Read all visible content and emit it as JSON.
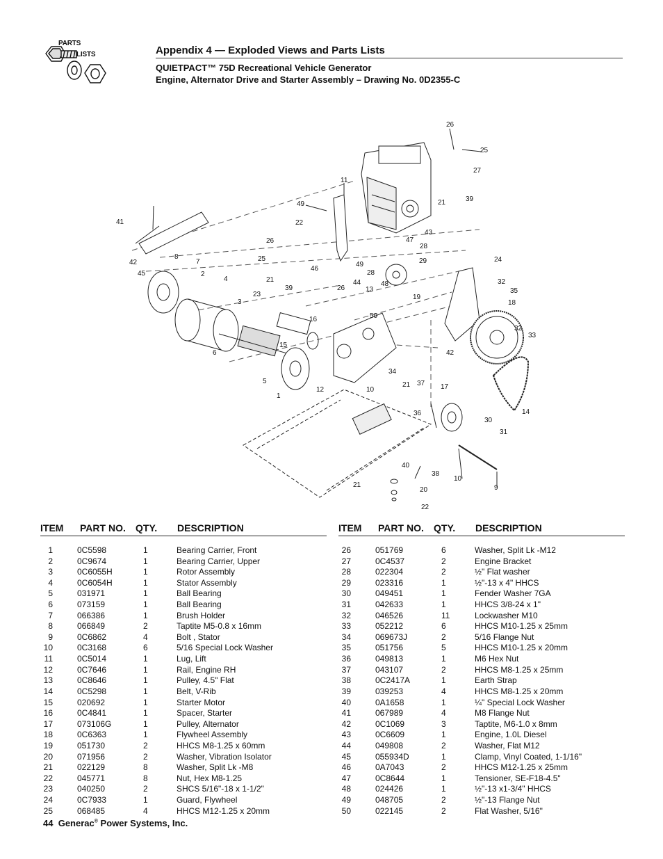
{
  "logo": {
    "text1": "PARTS",
    "text2": "LISTS"
  },
  "header": {
    "appendix": "Appendix 4 — Exploded Views and Parts Lists",
    "subtitle1": "QUIETPACT™ 75D Recreational Vehicle Generator",
    "subtitle2": "Engine, Alternator Drive and Starter Assembly – Drawing No. 0D2355-C"
  },
  "diagram": {
    "callouts": [
      "26",
      "25",
      "27",
      "39",
      "21",
      "11",
      "49",
      "43",
      "22",
      "47",
      "28",
      "29",
      "41",
      "42",
      "8",
      "7",
      "45",
      "2",
      "26",
      "25",
      "21",
      "39",
      "46",
      "26",
      "44",
      "13",
      "48",
      "49",
      "28",
      "24",
      "32",
      "35",
      "18",
      "4",
      "23",
      "3",
      "19",
      "16",
      "50",
      "32",
      "33",
      "42",
      "15",
      "6",
      "5",
      "1",
      "12",
      "10",
      "34",
      "21",
      "37",
      "17",
      "14",
      "36",
      "30",
      "31",
      "40",
      "38",
      "10",
      "9",
      "21",
      "20",
      "22"
    ]
  },
  "table": {
    "headers": {
      "item": "ITEM",
      "part": "PART NO.",
      "qty": "QTY.",
      "desc": "DESCRIPTION"
    },
    "left": [
      [
        "1",
        "0C5598",
        "1",
        "Bearing Carrier, Front"
      ],
      [
        "2",
        "0C9674",
        "1",
        "Bearing Carrier, Upper"
      ],
      [
        "3",
        "0C6055H",
        "1",
        "Rotor Assembly"
      ],
      [
        "4",
        "0C6054H",
        "1",
        "Stator Assembly"
      ],
      [
        "5",
        "031971",
        "1",
        "Ball Bearing"
      ],
      [
        "6",
        "073159",
        "1",
        "Ball Bearing"
      ],
      [
        "7",
        "066386",
        "1",
        "Brush Holder"
      ],
      [
        "8",
        "066849",
        "2",
        "Taptite M5-0.8 x 16mm"
      ],
      [
        "9",
        "0C6862",
        "4",
        "Bolt , Stator"
      ],
      [
        "10",
        "0C3168",
        "6",
        "5/16 Special Lock Washer"
      ],
      [
        "11",
        "0C5014",
        "1",
        "Lug, Lift"
      ],
      [
        "12",
        "0C7646",
        "1",
        "Rail, Engine RH"
      ],
      [
        "13",
        "0C8646",
        "1",
        "Pulley, 4.5\" Flat"
      ],
      [
        "14",
        "0C5298",
        "1",
        "Belt, V-Rib"
      ],
      [
        "15",
        "020692",
        "1",
        "Starter Motor"
      ],
      [
        "16",
        "0C4841",
        "1",
        "Spacer, Starter"
      ],
      [
        "17",
        "073106G",
        "1",
        "Pulley, Alternator"
      ],
      [
        "18",
        "0C6363",
        "1",
        "Flywheel Assembly"
      ],
      [
        "19",
        "051730",
        "2",
        "HHCS M8-1.25 x 60mm"
      ],
      [
        "20",
        "071956",
        "2",
        "Washer, Vibration Isolator"
      ],
      [
        "21",
        "022129",
        "8",
        "Washer, Split Lk -M8"
      ],
      [
        "22",
        "045771",
        "8",
        "Nut, Hex M8-1.25"
      ],
      [
        "23",
        "040250",
        "2",
        "SHCS 5/16\"-18 x 1-1/2\""
      ],
      [
        "24",
        "0C7933",
        "1",
        "Guard, Flywheel"
      ],
      [
        "25",
        "068485",
        "4",
        "HHCS M12-1.25 x 20mm"
      ]
    ],
    "right": [
      [
        "26",
        "051769",
        "6",
        "Washer, Split Lk -M12"
      ],
      [
        "27",
        "0C4537",
        "2",
        "Engine Bracket"
      ],
      [
        "28",
        "022304",
        "2",
        "½\" Flat washer"
      ],
      [
        "29",
        "023316",
        "1",
        "½\"-13 x 4\" HHCS"
      ],
      [
        "30",
        "049451",
        "1",
        "Fender Washer 7GA"
      ],
      [
        "31",
        "042633",
        "1",
        "HHCS 3/8-24 x 1\""
      ],
      [
        "32",
        "046526",
        "11",
        "Lockwasher M10"
      ],
      [
        "33",
        "052212",
        "6",
        "HHCS M10-1.25 x 25mm"
      ],
      [
        "34",
        "069673J",
        "2",
        "5/16 Flange Nut"
      ],
      [
        "35",
        "051756",
        "5",
        "HHCS M10-1.25 x 20mm"
      ],
      [
        "36",
        "049813",
        "1",
        "M6 Hex Nut"
      ],
      [
        "37",
        "043107",
        "2",
        "HHCS M8-1.25 x 25mm"
      ],
      [
        "38",
        "0C2417A",
        "1",
        "Earth Strap"
      ],
      [
        "39",
        "039253",
        "4",
        "HHCS M8-1.25 x 20mm"
      ],
      [
        "40",
        "0A1658",
        "1",
        "¼\" Special Lock Washer"
      ],
      [
        "41",
        "067989",
        "4",
        "M8 Flange Nut"
      ],
      [
        "42",
        "0C1069",
        "3",
        "Taptite, M6-1.0 x 8mm"
      ],
      [
        "43",
        "0C6609",
        "1",
        "Engine, 1.0L Diesel"
      ],
      [
        "44",
        "049808",
        "2",
        "Washer, Flat M12"
      ],
      [
        "45",
        "055934D",
        "1",
        "Clamp, Vinyl Coated, 1-1/16\""
      ],
      [
        "46",
        "0A7043",
        "2",
        "HHCS M12-1.25 x 25mm"
      ],
      [
        "47",
        "0C8644",
        "1",
        "Tensioner, SE-F18-4.5\""
      ],
      [
        "48",
        "024426",
        "1",
        "½\"-13 x1-3/4\" HHCS"
      ],
      [
        "49",
        "048705",
        "2",
        "½\"-13 Flange Nut"
      ],
      [
        "50",
        "022145",
        "2",
        "Flat Washer, 5/16\""
      ]
    ]
  },
  "footer": {
    "page": "44",
    "company": "Generac",
    "reg": "®",
    "company_suffix": "Power Systems, Inc."
  }
}
